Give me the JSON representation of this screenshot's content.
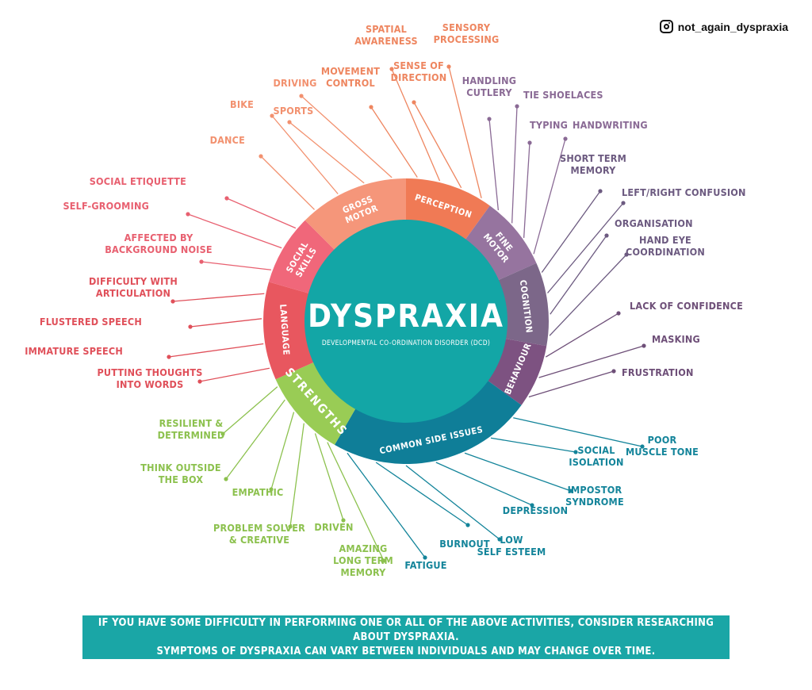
{
  "handle": "not_again_dyspraxia",
  "center": {
    "title": "DYSPRAXIA",
    "subtitle": "DEVELOPMENTAL CO-ORDINATION DISORDER (DCD)",
    "color": "#13a6a6"
  },
  "banner": {
    "line1": "IF YOU HAVE SOME DIFFICULTY IN PERFORMING ONE OR ALL OF THE ABOVE ACTIVITIES, CONSIDER RESEARCHING ABOUT DYSPRAXIA.",
    "line2": "SYMPTOMS OF DYSPRAXIA CAN VARY BETWEEN INDIVIDUALS AND MAY CHANGE OVER TIME."
  },
  "categories": [
    {
      "id": "perception",
      "label": [
        "PERCEPTION"
      ],
      "color": "#f07a55",
      "text_color": "#ee8660",
      "items": [
        {
          "label": [
            "MOVEMENT",
            "CONTROL"
          ],
          "side": "center"
        },
        {
          "label": [
            "SPATIAL",
            "AWARENESS"
          ],
          "side": "center"
        },
        {
          "label": [
            "SENSE OF",
            "DIRECTION"
          ],
          "side": "center"
        },
        {
          "label": [
            "SENSORY",
            "PROCESSING"
          ],
          "side": "center"
        }
      ]
    },
    {
      "id": "fine-motor",
      "label": [
        "FINE",
        "MOTOR"
      ],
      "color": "#96749f",
      "text_color": "#8a6a95",
      "items": [
        {
          "label": [
            "HANDLING",
            "CUTLERY"
          ],
          "side": "center"
        },
        {
          "label": [
            "TIE SHOELACES"
          ],
          "side": "right"
        },
        {
          "label": [
            "TYPING"
          ],
          "side": "right"
        },
        {
          "label": [
            "HANDWRITING"
          ],
          "side": "right"
        }
      ]
    },
    {
      "id": "cognition",
      "label": [
        "COGNITION"
      ],
      "color": "#7c6789",
      "text_color": "#6c5a80",
      "items": [
        {
          "label": [
            "SHORT TERM",
            "MEMORY"
          ],
          "side": "center"
        },
        {
          "label": [
            "LEFT/RIGHT CONFUSION"
          ],
          "side": "right"
        },
        {
          "label": [
            "ORGANISATION"
          ],
          "side": "right"
        },
        {
          "label": [
            "HAND EYE",
            "COORDINATION"
          ],
          "side": "center"
        }
      ]
    },
    {
      "id": "behaviour",
      "label": [
        "BEHAVIOUR"
      ],
      "color": "#7d5281",
      "text_color": "#6e4f78",
      "items": [
        {
          "label": [
            "LACK OF CONFIDENCE"
          ],
          "side": "right"
        },
        {
          "label": [
            "MASKING"
          ],
          "side": "right"
        },
        {
          "label": [
            "FRUSTRATION"
          ],
          "side": "right"
        }
      ]
    },
    {
      "id": "side-issues",
      "label": [
        "COMMON SIDE ISSUES"
      ],
      "color": "#0f7e98",
      "text_color": "#13849a",
      "items": [
        {
          "label": [
            "POOR",
            "MUSCLE TONE"
          ],
          "side": "center"
        },
        {
          "label": [
            "SOCIAL",
            "ISOLATION"
          ],
          "side": "center"
        },
        {
          "label": [
            "IMPOSTOR",
            "SYNDROME"
          ],
          "side": "center"
        },
        {
          "label": [
            "DEPRESSION"
          ],
          "side": "center"
        },
        {
          "label": [
            "LOW",
            "SELF ESTEEM"
          ],
          "side": "center"
        },
        {
          "label": [
            "BURNOUT"
          ],
          "side": "center"
        },
        {
          "label": [
            "FATIGUE"
          ],
          "side": "center"
        }
      ]
    },
    {
      "id": "strengths",
      "label": [
        "STRENGTHS"
      ],
      "color": "#99cc55",
      "text_color": "#8cc14e",
      "items": [
        {
          "label": [
            "AMAZING",
            "LONG TERM",
            "MEMORY"
          ],
          "side": "center"
        },
        {
          "label": [
            "DRIVEN"
          ],
          "side": "center"
        },
        {
          "label": [
            "PROBLEM SOLVER",
            "& CREATIVE"
          ],
          "side": "center"
        },
        {
          "label": [
            "EMPATHIC"
          ],
          "side": "center"
        },
        {
          "label": [
            "THINK OUTSIDE",
            "THE BOX"
          ],
          "side": "center"
        },
        {
          "label": [
            "RESILIENT &",
            "DETERMINED"
          ],
          "side": "center"
        }
      ]
    },
    {
      "id": "language",
      "label": [
        "LANGUAGE"
      ],
      "color": "#e8575f",
      "text_color": "#e0505a",
      "items": [
        {
          "label": [
            "PUTTING THOUGHTS",
            "INTO WORDS"
          ],
          "side": "center"
        },
        {
          "label": [
            "IMMATURE SPEECH"
          ],
          "side": "left"
        },
        {
          "label": [
            "FLUSTERED SPEECH"
          ],
          "side": "left"
        },
        {
          "label": [
            "DIFFICULTY WITH",
            "ARTICULATION"
          ],
          "side": "center"
        }
      ]
    },
    {
      "id": "social-skills",
      "label": [
        "SOCIAL",
        "SKILLS"
      ],
      "color": "#f0677a",
      "text_color": "#e86070",
      "items": [
        {
          "label": [
            "AFFECTED BY",
            "BACKGROUND NOISE"
          ],
          "side": "center"
        },
        {
          "label": [
            "SELF-GROOMING"
          ],
          "side": "left"
        },
        {
          "label": [
            "SOCIAL ETIQUETTE"
          ],
          "side": "left"
        }
      ]
    },
    {
      "id": "gross-motor",
      "label": [
        "GROSS",
        "MOTOR"
      ],
      "color": "#f5967a",
      "text_color": "#f2916f",
      "items": [
        {
          "label": [
            "DANCE"
          ],
          "side": "left"
        },
        {
          "label": [
            "BIKE"
          ],
          "side": "left"
        },
        {
          "label": [
            "SPORTS"
          ],
          "side": "center"
        },
        {
          "label": [
            "DRIVING"
          ],
          "side": "center"
        }
      ]
    }
  ]
}
